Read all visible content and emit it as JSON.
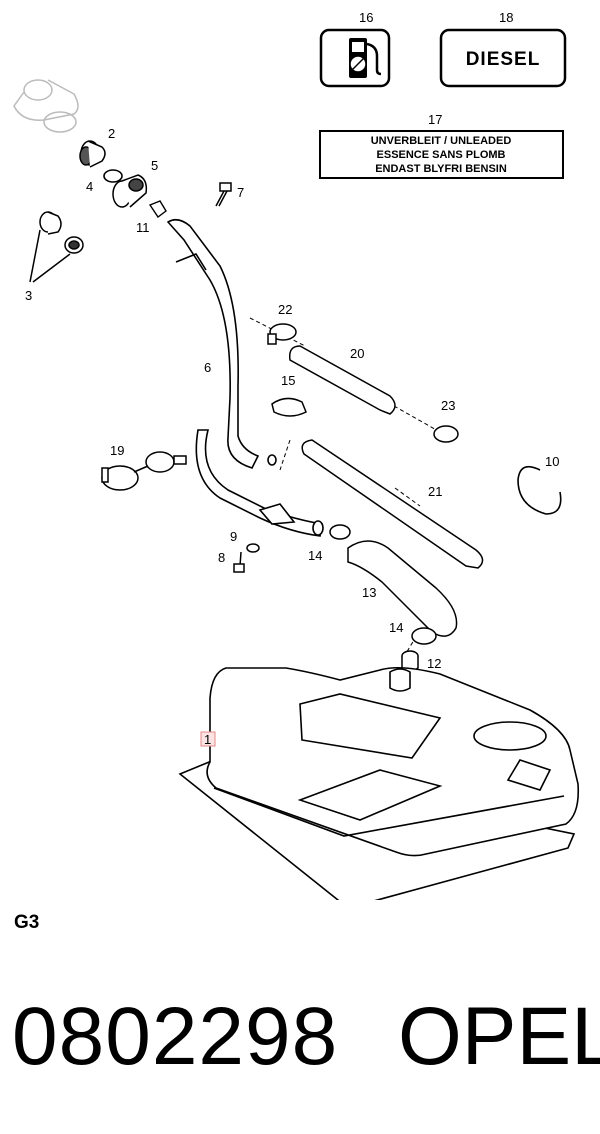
{
  "diagram": {
    "labels": {
      "fuel_symbol": "16",
      "diesel_label": "18",
      "unleaded_label": "17",
      "cap_seal": "2",
      "ring": "4",
      "adapter": "5",
      "bolt_top": "7",
      "clip": "11",
      "caps": "3",
      "filler_pipe": "6",
      "clamp_22": "22",
      "hose_20": "20",
      "clamp_15": "15",
      "clamp_23": "23",
      "bracket_19": "19",
      "snap_ring": "10",
      "hose_21": "21",
      "washer": "9",
      "bolt_bottom": "8",
      "clamp_14a": "14",
      "hose_13": "13",
      "clamp_14b": "14",
      "nipple": "12",
      "tank": "1"
    },
    "diesel_text": "DIESEL",
    "unleaded_lines": [
      "UNVERBLEIT / UNLEADED",
      "ESSENCE SANS PLOMB",
      "ENDAST BLYFRI BENSIN"
    ]
  },
  "footer": {
    "section_code": "G3",
    "part_number": "0802298",
    "brand": "OPEL"
  },
  "colors": {
    "line": "#000000",
    "highlight_box": "#e58a8a",
    "highlight_fill": "#fbe3e3"
  }
}
